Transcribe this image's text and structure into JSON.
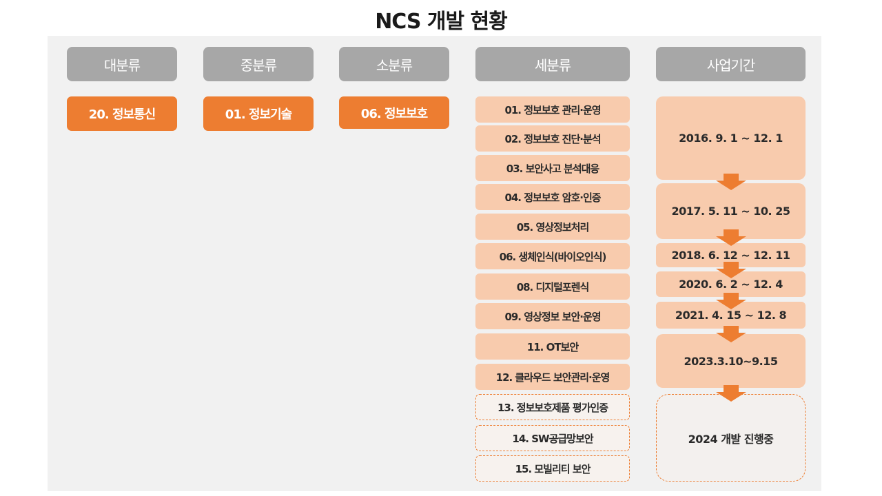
{
  "title": "NCS 개발 현황",
  "headers": {
    "major": "대분류",
    "middle": "중분류",
    "minor": "소분류",
    "detail": "세분류",
    "period": "사업기간"
  },
  "selected": {
    "major": "20. 정보통신",
    "middle": "01. 정보기술",
    "minor": "06. 정보보호"
  },
  "detail_items": [
    "01. 정보보호 관리·운영",
    "02. 정보보호 진단·분석",
    "03. 보안사고 분석대응",
    "04. 정보보호 암호·인증",
    "05. 영상정보처리",
    "06. 생체인식(바이오인식)",
    "08. 디지털포렌식",
    "09. 영상정보 보안·운영",
    "11. OT보안",
    "12. 클라우드 보안관리·운영",
    "13. 정보보호제품 평가인증",
    "14. SW공급망보안",
    "15. 모빌리티 보안"
  ],
  "periods": [
    "2016. 9. 1 ~ 12. 1",
    "2017. 5. 11 ~ 10. 25",
    "2018. 6. 12 ~ 12. 11",
    "2020. 6. 2 ~ 12. 4",
    "2021. 4. 15 ~ 12. 8",
    "2023.3.10~9.15",
    "2024 개발 진행중"
  ],
  "colors": {
    "accent": "#ed7d31",
    "light_accent": "#f8cbad",
    "header_gray": "#a7a7a7",
    "panel_bg": "#f1f1f1"
  }
}
